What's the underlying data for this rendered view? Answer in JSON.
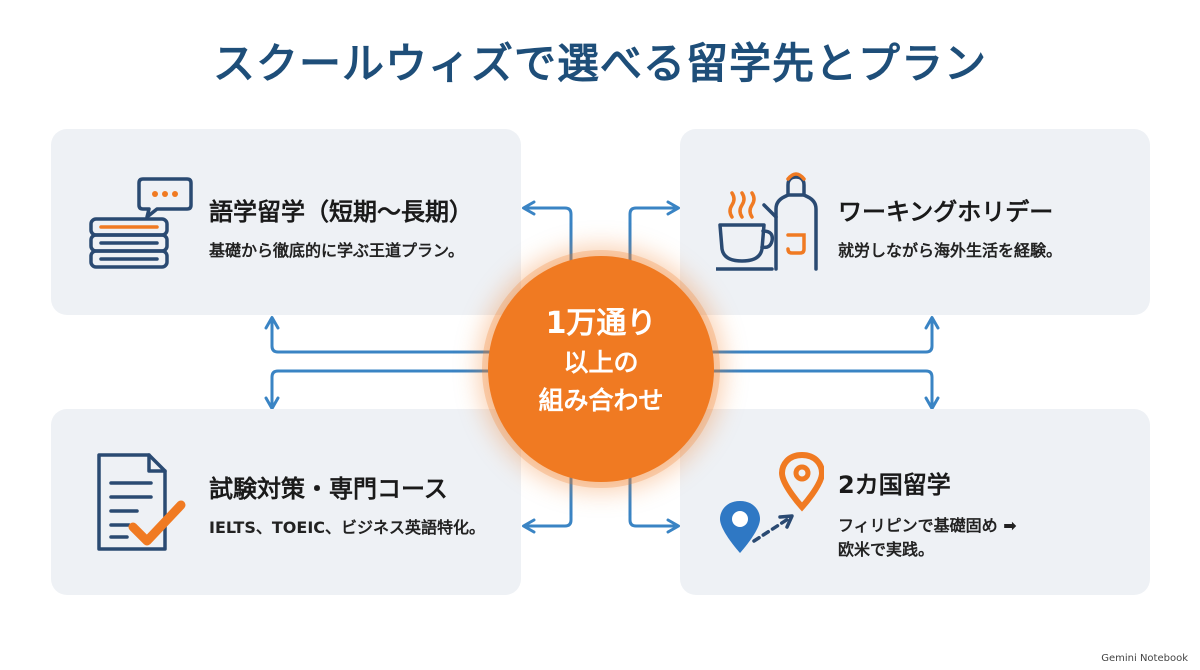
{
  "title": "スクールウィズで選べる留学先とプラン",
  "hub": {
    "line1": "1万通り",
    "line2": "以上の",
    "line3": "組み合わせ"
  },
  "cards": {
    "language": {
      "title": "語学留学（短期〜長期）",
      "desc": "基礎から徹底的に学ぶ王道プラン。",
      "icon": "books-speech-bubble-icon"
    },
    "working_holiday": {
      "title": "ワーキングホリデー",
      "desc": "就労しながら海外生活を経験。",
      "icon": "coffee-apron-icon"
    },
    "exam": {
      "title": "試験対策・専門コース",
      "desc": "IELTS、TOEIC、ビジネス英語特化。",
      "icon": "document-check-icon"
    },
    "two_country": {
      "title": "2カ国留学",
      "desc_line1": "フィリピンで基礎固め ➡",
      "desc_line2": "欧米で実践。",
      "icon": "map-pins-route-icon"
    }
  },
  "watermark": "Gemini Notebook",
  "colors": {
    "title": "#1e4e79",
    "accent_orange": "#f07a22",
    "connector_blue": "#3a84c4",
    "icon_navy": "#2a4a72",
    "card_bg": "#eef1f5"
  }
}
